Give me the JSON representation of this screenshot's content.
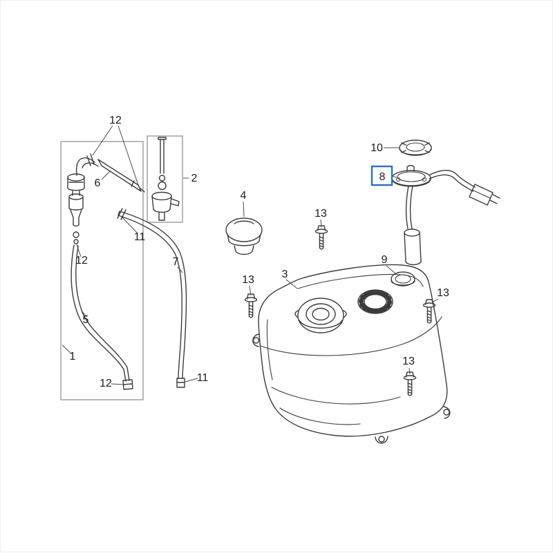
{
  "diagram": {
    "kind": "exploded-parts-diagram",
    "subject": "fuel-tank-assembly",
    "highlighted_part": "8",
    "colors": {
      "background": "#ffffff",
      "line": "#3b3b3b",
      "label_text": "#1b1b1b",
      "highlight_border": "#2a6fc4"
    },
    "labels": [
      {
        "part": "12"
      },
      {
        "part": "6"
      },
      {
        "part": "2"
      },
      {
        "part": "11"
      },
      {
        "part": "12"
      },
      {
        "part": "4"
      },
      {
        "part": "13"
      },
      {
        "part": "10"
      },
      {
        "part": "8",
        "highlighted": true
      },
      {
        "part": "13"
      },
      {
        "part": "3"
      },
      {
        "part": "9"
      },
      {
        "part": "13"
      },
      {
        "part": "7"
      },
      {
        "part": "5"
      },
      {
        "part": "1"
      },
      {
        "part": "12"
      },
      {
        "part": "11"
      },
      {
        "part": "13"
      }
    ]
  }
}
